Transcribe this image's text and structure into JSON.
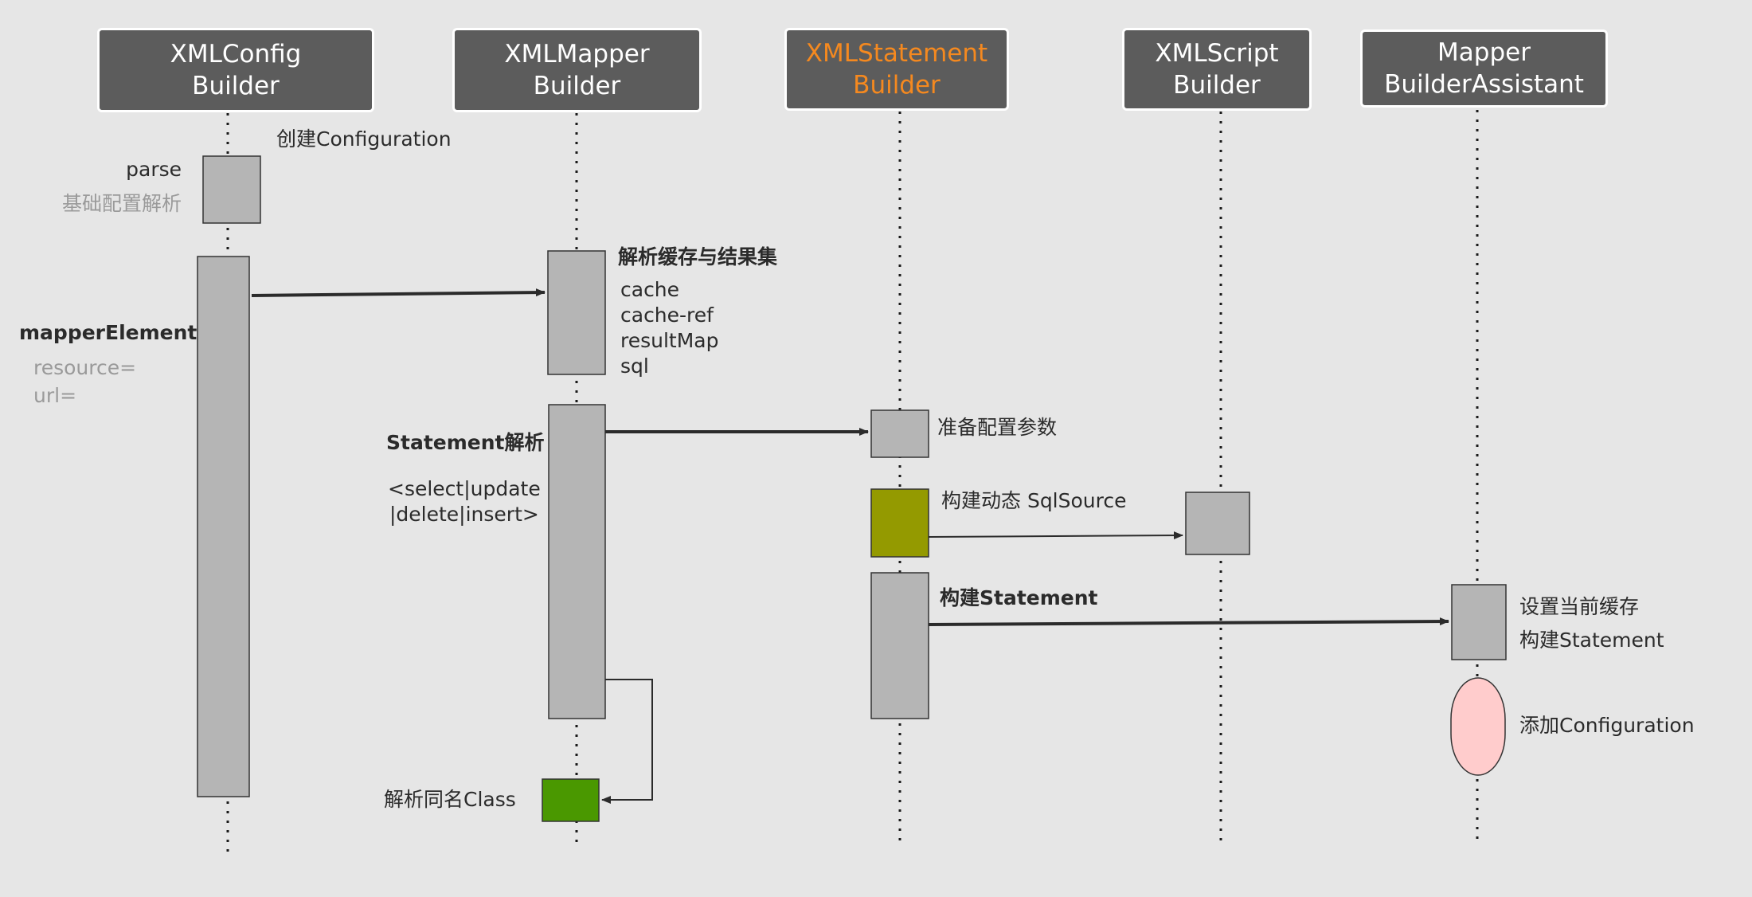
{
  "participants": [
    {
      "id": "config",
      "line1": "XMLConfig",
      "line2": "Builder"
    },
    {
      "id": "mapper",
      "line1": "XMLMapper",
      "line2": "Builder"
    },
    {
      "id": "statement",
      "line1": "XMLStatement",
      "line2": "Builder",
      "highlight": "#f5891f"
    },
    {
      "id": "script",
      "line1": "XMLScript",
      "line2": "Builder"
    },
    {
      "id": "assistant",
      "line1": "Mapper",
      "line2": "BuilderAssistant"
    }
  ],
  "labels": {
    "create_configuration": "创建Configuration",
    "parse": "parse",
    "basic_config_parse": "基础配置解析",
    "mapper_element": "mapperElement",
    "resource_attr": "resource=",
    "url_attr": "url=",
    "parse_cache_result": "解析缓存与结果集",
    "cache": "cache",
    "cache_ref": "cache-ref",
    "result_map": "resultMap",
    "sql": "sql",
    "statement_parse": "Statement解析",
    "select_update": "<select|update",
    "delete_insert": "|delete|insert>",
    "prepare_params": "准备配置参数",
    "build_dynamic_sqlsource": "构建动态 SqlSource",
    "build_statement": "构建Statement",
    "set_current_cache": "设置当前缓存",
    "build_statement_2": "构建Statement",
    "add_configuration": "添加Configuration",
    "parse_same_name_class": "解析同名Class"
  },
  "colors": {
    "background": "#e6e6e6",
    "header_fill": "#5c5c5c",
    "activation_fill": "#b5b5b5",
    "olive_box": "#949a00",
    "green_box": "#4a9800",
    "pink_oval": "#ffcccc",
    "highlight_text": "#f5891f"
  }
}
